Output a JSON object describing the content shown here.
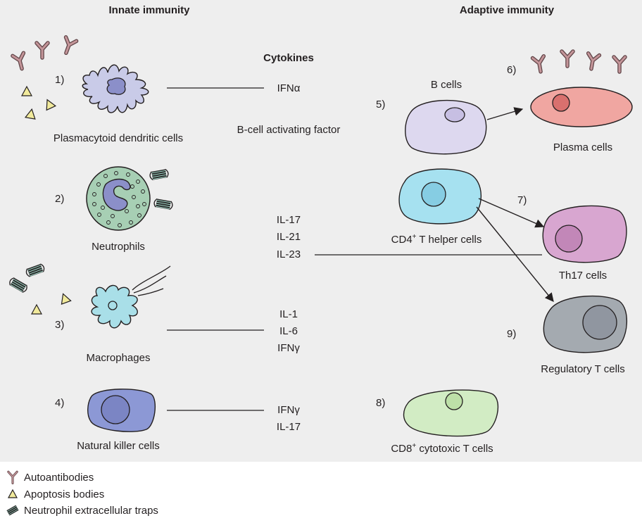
{
  "headers": {
    "innate": "Innate immunity",
    "adaptive": "Adaptive immunity",
    "cytokines": "Cytokines"
  },
  "innate_cells": [
    {
      "num": "1)",
      "label": "Plasmacytoid dendritic cells"
    },
    {
      "num": "2)",
      "label": "Neutrophils"
    },
    {
      "num": "3)",
      "label": "Macrophages"
    },
    {
      "num": "4)",
      "label": "Natural killer cells"
    }
  ],
  "cytokines": {
    "pdc": [
      "IFNα",
      "B-cell activating factor"
    ],
    "il17_group": [
      "IL-17",
      "IL-21",
      "IL-23"
    ],
    "macrophage": [
      "IL-1",
      "IL-6",
      "IFNγ"
    ],
    "nk": [
      "IFNγ",
      "IL-17"
    ]
  },
  "adaptive_cells": {
    "b_cells": {
      "num": "5)",
      "label": "B cells"
    },
    "plasma": {
      "num": "6)",
      "label": "Plasma cells"
    },
    "cd4": {
      "label_main": "CD4",
      "label_sup": "+",
      "label_rest": " T helper cells"
    },
    "th17": {
      "num": "7)",
      "label": "Th17 cells"
    },
    "cd8": {
      "num": "8)",
      "label_main": "CD8",
      "label_sup": "+",
      "label_rest": " cytotoxic T cells"
    },
    "treg": {
      "num": "9)",
      "label": "Regulatory T cells"
    }
  },
  "legend": [
    {
      "icon": "autoantibody-icon",
      "label": "Autoantibodies"
    },
    {
      "icon": "apoptosis-body-icon",
      "label": "Apoptosis bodies"
    },
    {
      "icon": "net-icon",
      "label": "Neutrophil extracellular traps"
    }
  ],
  "colors": {
    "panel": "#eeeeee",
    "antibody": "#b47c82",
    "apoptosis": "#f1ea9c",
    "pdc": "#c9cbe8",
    "neutrophil": "#a7cfb4",
    "macrophage": "#a9dfe8",
    "nk": "#8c98d5",
    "b_cell": "#ddd8ef",
    "plasma": "#f0a6a1",
    "cd4": "#a6e1f0",
    "th17": "#d8a6d0",
    "treg": "#a4aab0",
    "cd8": "#d2ecc4"
  }
}
